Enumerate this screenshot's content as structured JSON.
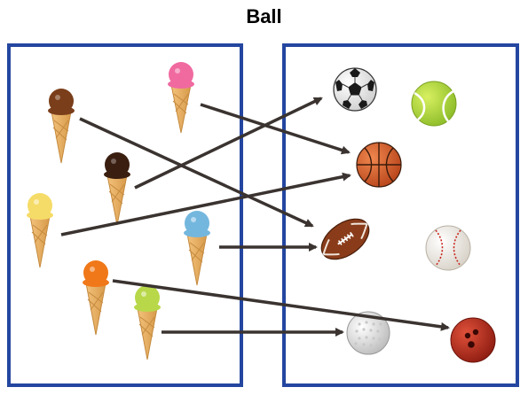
{
  "title": "Ball",
  "left_set": {
    "items": [
      {
        "id": "ic-pink",
        "icon": "ice-cream-cone-icon",
        "flavor_color": "#f06aa0"
      },
      {
        "id": "ic-choco",
        "icon": "ice-cream-cone-icon",
        "flavor_color": "#7a3e1a"
      },
      {
        "id": "ic-dark",
        "icon": "ice-cream-cone-icon",
        "flavor_color": "#3a1e10"
      },
      {
        "id": "ic-vanilla",
        "icon": "ice-cream-cone-icon",
        "flavor_color": "#f5dc68"
      },
      {
        "id": "ic-blue",
        "icon": "ice-cream-cone-icon",
        "flavor_color": "#74b7de"
      },
      {
        "id": "ic-orange",
        "icon": "ice-cream-cone-icon",
        "flavor_color": "#f07818"
      },
      {
        "id": "ic-lime",
        "icon": "ice-cream-cone-icon",
        "flavor_color": "#b8d84a"
      }
    ]
  },
  "right_set": {
    "items": [
      {
        "id": "soccer",
        "icon": "soccer-ball-icon"
      },
      {
        "id": "tennis",
        "icon": "tennis-ball-icon"
      },
      {
        "id": "basketball",
        "icon": "basketball-icon"
      },
      {
        "id": "football",
        "icon": "football-icon"
      },
      {
        "id": "baseball",
        "icon": "baseball-icon"
      },
      {
        "id": "golf",
        "icon": "golf-ball-icon"
      },
      {
        "id": "bowling",
        "icon": "bowling-ball-icon"
      }
    ]
  },
  "mapping": [
    {
      "from": "ic-pink",
      "to": "basketball"
    },
    {
      "from": "ic-choco",
      "to": "football"
    },
    {
      "from": "ic-dark",
      "to": "soccer"
    },
    {
      "from": "ic-vanilla",
      "to": "basketball"
    },
    {
      "from": "ic-blue",
      "to": "football"
    },
    {
      "from": "ic-orange",
      "to": "bowling"
    },
    {
      "from": "ic-lime",
      "to": "golf"
    }
  ],
  "colors": {
    "frame": "#2446a0",
    "arrow": "#3a3330"
  }
}
